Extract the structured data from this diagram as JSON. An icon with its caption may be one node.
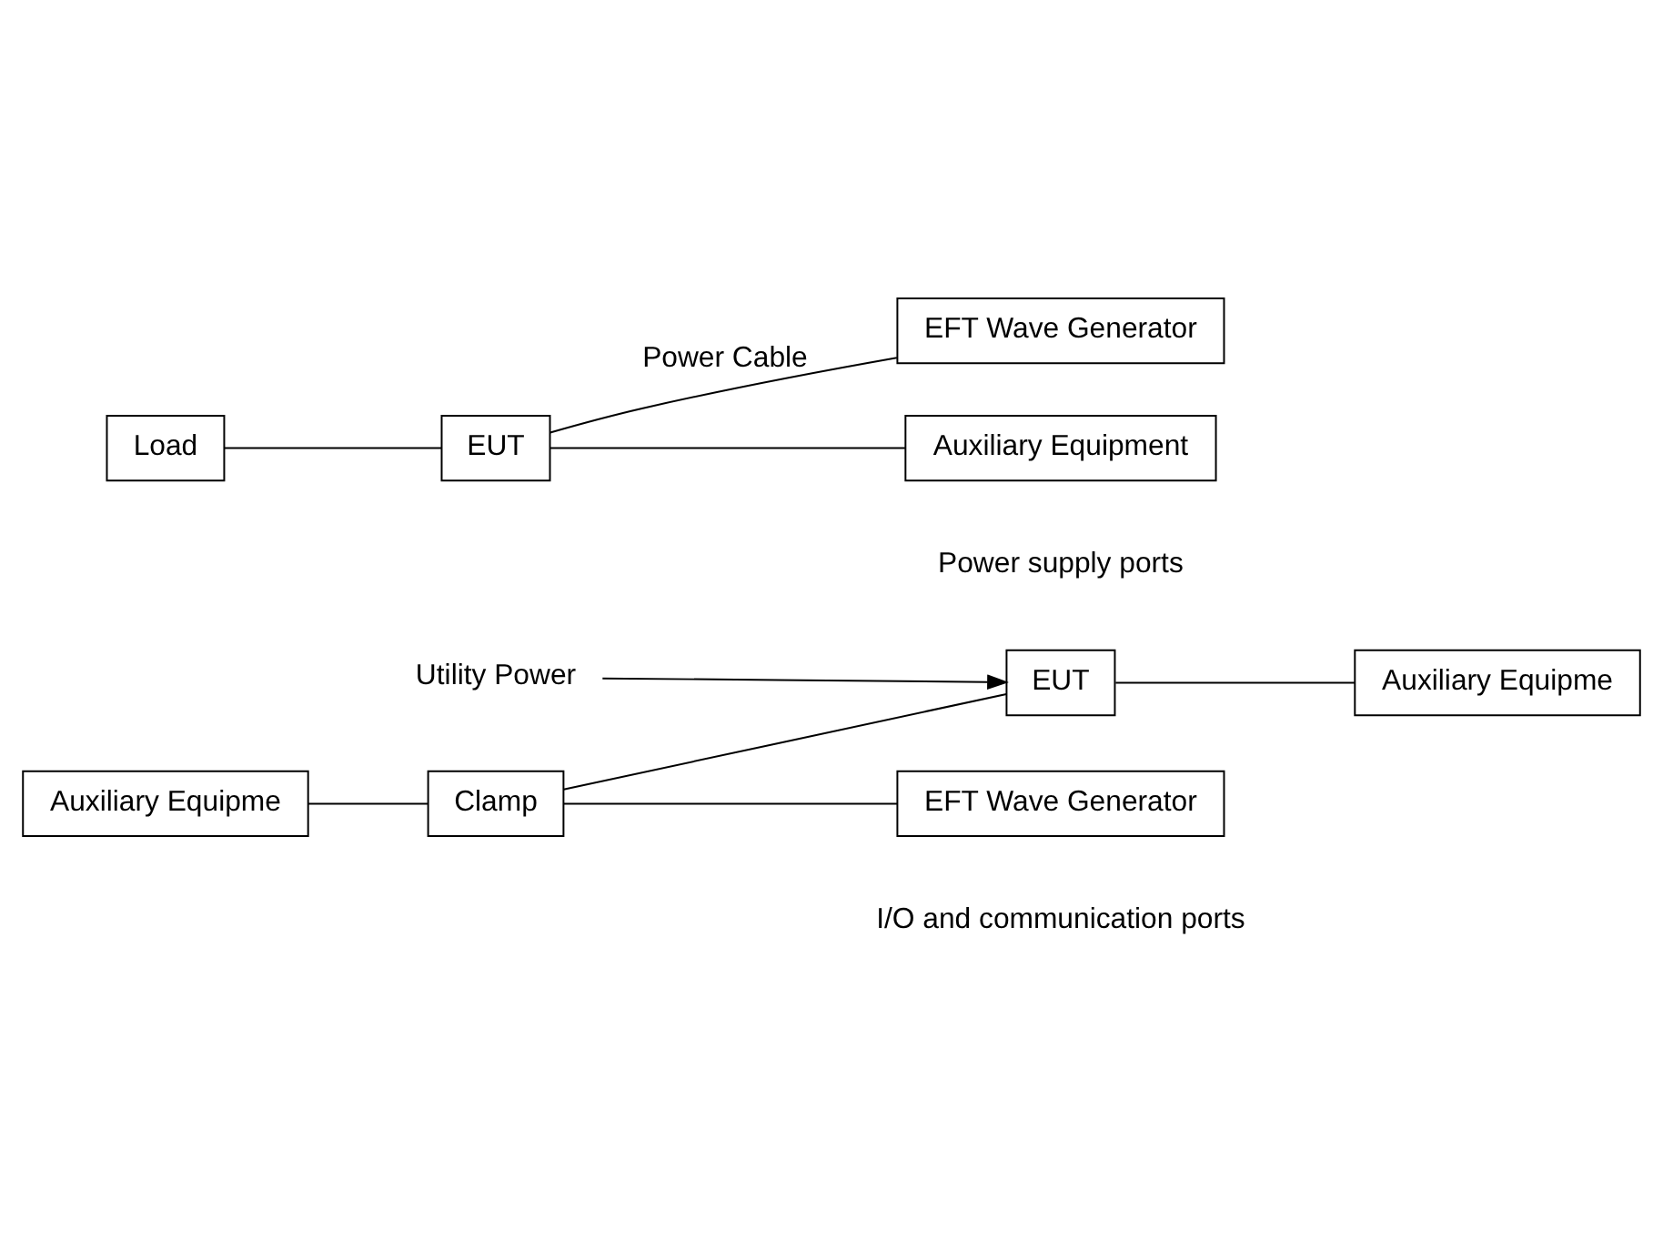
{
  "diagram": {
    "nodes": [
      {
        "text": [
          "Auxiliary Equipme"
        ]
      },
      {
        "text": [
          "Clamp"
        ]
      },
      {
        "text": [
          "EUT"
        ]
      },
      {
        "text": [
          "Auxiliary Equipme"
        ]
      },
      {
        "text": [
          "EFT Wave Generator"
        ]
      },
      {
        "text": [
          "Utility Power"
        ]
      },
      {
        "text": [
          "Load"
        ]
      },
      {
        "text": [
          "EUT"
        ]
      },
      {
        "text": [
          "EFT Wave Generator"
        ]
      },
      {
        "text": [
          "Auxiliary Equipment"
        ]
      }
    ],
    "edges": [
      {
        "from": 0,
        "to": 1,
        "arrow": "none"
      },
      {
        "from": 1,
        "to": 2,
        "arrow": "none"
      },
      {
        "from": 2,
        "to": 3,
        "arrow": "none"
      },
      {
        "from": 1,
        "to": 4,
        "arrow": "none"
      },
      {
        "from": 5,
        "to": 2,
        "arrow": "to"
      },
      {
        "from": 6,
        "to": 7,
        "arrow": "none"
      },
      {
        "from": 7,
        "to": 8,
        "arrow": "none",
        "label": "Power Cable"
      },
      {
        "from": 7,
        "to": 9,
        "arrow": "none"
      }
    ],
    "labels": [
      "I/O and communication ports",
      "Power supply ports"
    ]
  }
}
